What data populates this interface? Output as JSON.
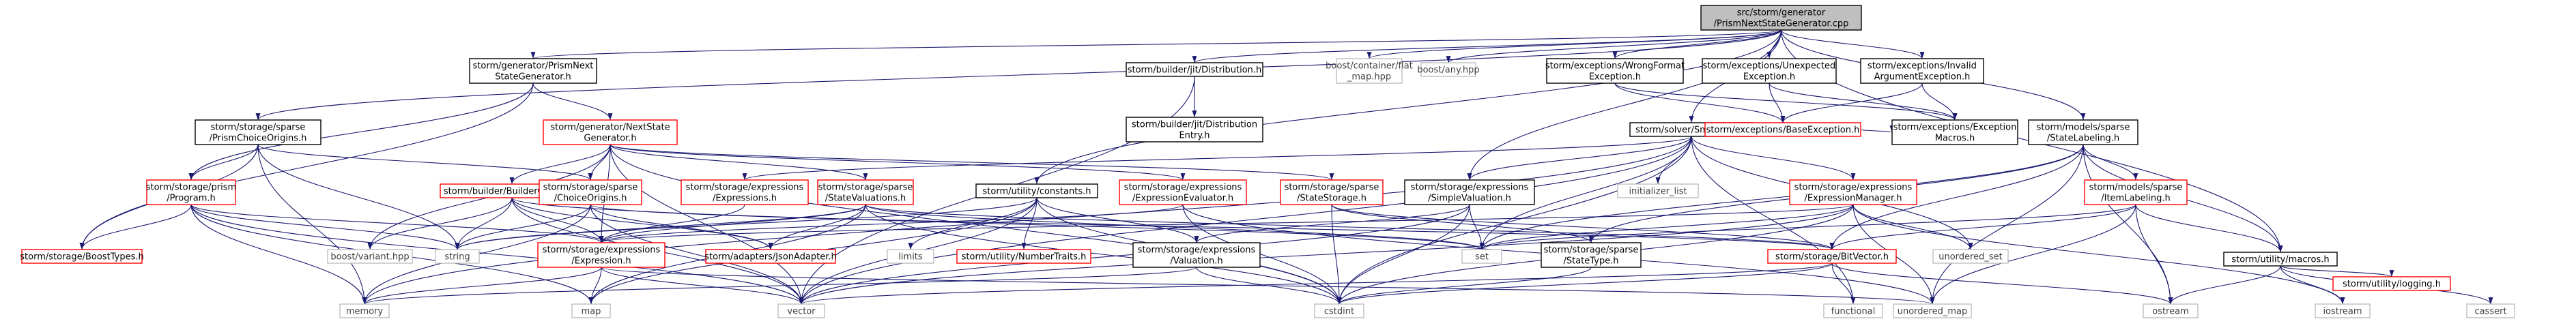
{
  "colors": {
    "edge": "#191970",
    "root_fill": "#bfbfbf",
    "root_border": "#000000",
    "documented_fill": "#ffffff",
    "documented_border": "#000000",
    "incomplete_border": "#ff0000",
    "external_border": "#bfbfbf",
    "external_text": "#404040"
  },
  "nodes": {
    "root": {
      "lines": [
        "src/storm/generator",
        "/PrismNextStateGenerator.cpp"
      ],
      "kind": "root"
    },
    "prismNSG_h": {
      "lines": [
        "storm/generator/PrismNext",
        "StateGenerator.h"
      ],
      "kind": "documented"
    },
    "jitDist_h": {
      "lines": [
        "storm/builder/jit/Distribution.h"
      ],
      "kind": "documented"
    },
    "flatMap": {
      "lines": [
        "boost/container/flat",
        "_map.hpp"
      ],
      "kind": "external"
    },
    "boostAny": {
      "lines": [
        "boost/any.hpp"
      ],
      "kind": "external"
    },
    "wrongFmt": {
      "lines": [
        "storm/exceptions/WrongFormat",
        "Exception.h"
      ],
      "kind": "documented"
    },
    "unexpected": {
      "lines": [
        "storm/exceptions/Unexpected",
        "Exception.h"
      ],
      "kind": "documented"
    },
    "invalidArg": {
      "lines": [
        "storm/exceptions/Invalid",
        "ArgumentException.h"
      ],
      "kind": "documented"
    },
    "prismChoice": {
      "lines": [
        "storm/storage/sparse",
        "/PrismChoiceOrigins.h"
      ],
      "kind": "documented"
    },
    "nextStateGen": {
      "lines": [
        "storm/generator/NextState",
        "Generator.h"
      ],
      "kind": "incomplete"
    },
    "jitDistEntry": {
      "lines": [
        "storm/builder/jit/Distribution",
        "Entry.h"
      ],
      "kind": "documented"
    },
    "smtSolver": {
      "lines": [
        "storm/solver/SmtSolver.h"
      ],
      "kind": "documented"
    },
    "stateLabeling": {
      "lines": [
        "storm/models/sparse",
        "/StateLabeling.h"
      ],
      "kind": "documented"
    },
    "baseExc": {
      "lines": [
        "storm/exceptions/BaseException.h"
      ],
      "kind": "incomplete"
    },
    "excMacros": {
      "lines": [
        "storm/exceptions/Exception",
        "Macros.h"
      ],
      "kind": "documented"
    },
    "prismProgram": {
      "lines": [
        "storm/storage/prism",
        "/Program.h"
      ],
      "kind": "incomplete"
    },
    "builderOpts": {
      "lines": [
        "storm/builder/BuilderOptions.h"
      ],
      "kind": "incomplete"
    },
    "choiceOrigins": {
      "lines": [
        "storm/storage/sparse",
        "/ChoiceOrigins.h"
      ],
      "kind": "incomplete"
    },
    "exprsH": {
      "lines": [
        "storm/storage/expressions",
        "/Expressions.h"
      ],
      "kind": "incomplete"
    },
    "stateVals": {
      "lines": [
        "storm/storage/sparse",
        "/StateValuations.h"
      ],
      "kind": "incomplete"
    },
    "constants": {
      "lines": [
        "storm/utility/constants.h"
      ],
      "kind": "documented"
    },
    "exprEval": {
      "lines": [
        "storm/storage/expressions",
        "/ExpressionEvaluator.h"
      ],
      "kind": "incomplete"
    },
    "stateStorage": {
      "lines": [
        "storm/storage/sparse",
        "/StateStorage.h"
      ],
      "kind": "incomplete"
    },
    "simpleVal": {
      "lines": [
        "storm/storage/expressions",
        "/SimpleValuation.h"
      ],
      "kind": "documented"
    },
    "initList": {
      "lines": [
        "initializer_list"
      ],
      "kind": "external"
    },
    "exprMgr": {
      "lines": [
        "storm/storage/expressions",
        "/ExpressionManager.h"
      ],
      "kind": "incomplete"
    },
    "itemLabeling": {
      "lines": [
        "storm/models/sparse",
        "/ItemLabeling.h"
      ],
      "kind": "incomplete"
    },
    "boostTypes": {
      "lines": [
        "storm/storage/BoostTypes.h"
      ],
      "kind": "incomplete"
    },
    "boostVariant": {
      "lines": [
        "boost/variant.hpp"
      ],
      "kind": "external"
    },
    "string": {
      "lines": [
        "string"
      ],
      "kind": "external"
    },
    "expression": {
      "lines": [
        "storm/storage/expressions",
        "/Expression.h"
      ],
      "kind": "incomplete"
    },
    "limits": {
      "lines": [
        "limits"
      ],
      "kind": "external"
    },
    "numberTraits": {
      "lines": [
        "storm/utility/NumberTraits.h"
      ],
      "kind": "incomplete"
    },
    "jsonAdapter": {
      "lines": [
        "storm/adapters/JsonAdapter.h"
      ],
      "kind": "incomplete"
    },
    "valuation": {
      "lines": [
        "storm/storage/expressions",
        "/Valuation.h"
      ],
      "kind": "documented"
    },
    "set": {
      "lines": [
        "set"
      ],
      "kind": "external"
    },
    "stateType": {
      "lines": [
        "storm/storage/sparse",
        "/StateType.h"
      ],
      "kind": "documented"
    },
    "bitVector": {
      "lines": [
        "storm/storage/BitVector.h"
      ],
      "kind": "incomplete"
    },
    "unorderedSet": {
      "lines": [
        "unordered_set"
      ],
      "kind": "external"
    },
    "macros": {
      "lines": [
        "storm/utility/macros.h"
      ],
      "kind": "documented"
    },
    "memory": {
      "lines": [
        "memory"
      ],
      "kind": "external"
    },
    "map": {
      "lines": [
        "map"
      ],
      "kind": "external"
    },
    "vector": {
      "lines": [
        "vector"
      ],
      "kind": "external"
    },
    "cstdint": {
      "lines": [
        "cstdint"
      ],
      "kind": "external"
    },
    "functional": {
      "lines": [
        "functional"
      ],
      "kind": "external"
    },
    "unorderedMap": {
      "lines": [
        "unordered_map"
      ],
      "kind": "external"
    },
    "ostream": {
      "lines": [
        "ostream"
      ],
      "kind": "external"
    },
    "iostream": {
      "lines": [
        "iostream"
      ],
      "kind": "external"
    },
    "logging": {
      "lines": [
        "storm/utility/logging.h"
      ],
      "kind": "incomplete"
    },
    "cassert": {
      "lines": [
        "cassert"
      ],
      "kind": "external"
    }
  },
  "edges": [
    [
      "root",
      "prismNSG_h"
    ],
    [
      "root",
      "jitDist_h"
    ],
    [
      "root",
      "flatMap"
    ],
    [
      "root",
      "boostAny"
    ],
    [
      "root",
      "wrongFmt"
    ],
    [
      "root",
      "unexpected"
    ],
    [
      "root",
      "invalidArg"
    ],
    [
      "root",
      "prismChoice"
    ],
    [
      "root",
      "smtSolver"
    ],
    [
      "root",
      "stateLabeling"
    ],
    [
      "root",
      "constants"
    ],
    [
      "root",
      "simpleVal"
    ],
    [
      "root",
      "macros"
    ],
    [
      "prismNSG_h",
      "nextStateGen"
    ],
    [
      "prismNSG_h",
      "prismProgram"
    ],
    [
      "prismNSG_h",
      "boostTypes"
    ],
    [
      "jitDist_h",
      "jitDistEntry"
    ],
    [
      "jitDist_h",
      "vector"
    ],
    [
      "wrongFmt",
      "baseExc"
    ],
    [
      "wrongFmt",
      "excMacros"
    ],
    [
      "unexpected",
      "baseExc"
    ],
    [
      "unexpected",
      "excMacros"
    ],
    [
      "invalidArg",
      "baseExc"
    ],
    [
      "invalidArg",
      "excMacros"
    ],
    [
      "prismChoice",
      "prismProgram"
    ],
    [
      "prismChoice",
      "choiceOrigins"
    ],
    [
      "prismChoice",
      "boostTypes"
    ],
    [
      "prismChoice",
      "string"
    ],
    [
      "prismChoice",
      "memory"
    ],
    [
      "nextStateGen",
      "builderOpts"
    ],
    [
      "nextStateGen",
      "choiceOrigins"
    ],
    [
      "nextStateGen",
      "stateVals"
    ],
    [
      "nextStateGen",
      "exprEval"
    ],
    [
      "nextStateGen",
      "stateStorage"
    ],
    [
      "nextStateGen",
      "expression"
    ],
    [
      "nextStateGen",
      "boostVariant"
    ],
    [
      "nextStateGen",
      "cstdint"
    ],
    [
      "nextStateGen",
      "vector"
    ],
    [
      "smtSolver",
      "exprsH"
    ],
    [
      "smtSolver",
      "exprMgr"
    ],
    [
      "smtSolver",
      "simpleVal"
    ],
    [
      "smtSolver",
      "initList"
    ],
    [
      "smtSolver",
      "set"
    ],
    [
      "smtSolver",
      "unorderedSet"
    ],
    [
      "smtSolver",
      "cstdint"
    ],
    [
      "smtSolver",
      "vector"
    ],
    [
      "smtSolver",
      "functional"
    ],
    [
      "smtSolver",
      "memory"
    ],
    [
      "stateLabeling",
      "itemLabeling"
    ],
    [
      "stateLabeling",
      "bitVector"
    ],
    [
      "stateLabeling",
      "macros"
    ],
    [
      "stateLabeling",
      "stateType"
    ],
    [
      "stateLabeling",
      "ostream"
    ],
    [
      "stateLabeling",
      "set"
    ],
    [
      "stateLabeling",
      "unorderedMap"
    ],
    [
      "baseExc",
      "excMacros"
    ],
    [
      "prismProgram",
      "boostTypes"
    ],
    [
      "prismProgram",
      "string"
    ],
    [
      "prismProgram",
      "expression"
    ],
    [
      "prismProgram",
      "memory"
    ],
    [
      "prismProgram",
      "map"
    ],
    [
      "prismProgram",
      "vector"
    ],
    [
      "builderOpts",
      "boostVariant"
    ],
    [
      "builderOpts",
      "string"
    ],
    [
      "builderOpts",
      "expression"
    ],
    [
      "builderOpts",
      "jsonAdapter"
    ],
    [
      "builderOpts",
      "vector"
    ],
    [
      "builderOpts",
      "set"
    ],
    [
      "choiceOrigins",
      "string"
    ],
    [
      "choiceOrigins",
      "jsonAdapter"
    ],
    [
      "choiceOrigins",
      "bitVector"
    ],
    [
      "choiceOrigins",
      "vector"
    ],
    [
      "choiceOrigins",
      "memory"
    ],
    [
      "exprsH",
      "expression"
    ],
    [
      "stateVals",
      "string"
    ],
    [
      "stateVals",
      "jsonAdapter"
    ],
    [
      "stateVals",
      "bitVector"
    ],
    [
      "stateVals",
      "expression"
    ],
    [
      "stateVals",
      "cstdint"
    ],
    [
      "stateVals",
      "map"
    ],
    [
      "stateVals",
      "set"
    ],
    [
      "constants",
      "limits"
    ],
    [
      "constants",
      "numberTraits"
    ],
    [
      "constants",
      "valuation"
    ],
    [
      "constants",
      "cstdint"
    ],
    [
      "constants",
      "vector"
    ],
    [
      "constants",
      "map"
    ],
    [
      "constants",
      "string"
    ],
    [
      "exprEval",
      "expression"
    ],
    [
      "exprEval",
      "unorderedMap"
    ],
    [
      "exprEval",
      "cstdint"
    ],
    [
      "stateStorage",
      "bitVector"
    ],
    [
      "stateStorage",
      "stateType"
    ],
    [
      "stateStorage",
      "cstdint"
    ],
    [
      "simpleVal",
      "valuation"
    ],
    [
      "simpleVal",
      "set"
    ],
    [
      "simpleVal",
      "cstdint"
    ],
    [
      "simpleVal",
      "vector"
    ],
    [
      "exprMgr",
      "expression"
    ],
    [
      "exprMgr",
      "set"
    ],
    [
      "exprMgr",
      "unorderedSet"
    ],
    [
      "exprMgr",
      "unorderedMap"
    ],
    [
      "exprMgr",
      "cstdint"
    ],
    [
      "exprMgr",
      "vector"
    ],
    [
      "exprMgr",
      "iostream"
    ],
    [
      "itemLabeling",
      "bitVector"
    ],
    [
      "itemLabeling",
      "macros"
    ],
    [
      "itemLabeling",
      "set"
    ],
    [
      "itemLabeling",
      "ostream"
    ],
    [
      "itemLabeling",
      "unorderedMap"
    ],
    [
      "expression",
      "memory"
    ],
    [
      "expression",
      "map"
    ],
    [
      "expression",
      "vector"
    ],
    [
      "expression",
      "unorderedMap"
    ],
    [
      "valuation",
      "memory"
    ],
    [
      "valuation",
      "cstdint"
    ],
    [
      "stateType",
      "cstdint"
    ],
    [
      "bitVector",
      "functional"
    ],
    [
      "bitVector",
      "ostream"
    ],
    [
      "bitVector",
      "cstdint"
    ],
    [
      "bitVector",
      "vector"
    ],
    [
      "macros",
      "iostream"
    ],
    [
      "macros",
      "cassert"
    ],
    [
      "macros",
      "logging"
    ],
    [
      "macros",
      "ostream"
    ]
  ]
}
